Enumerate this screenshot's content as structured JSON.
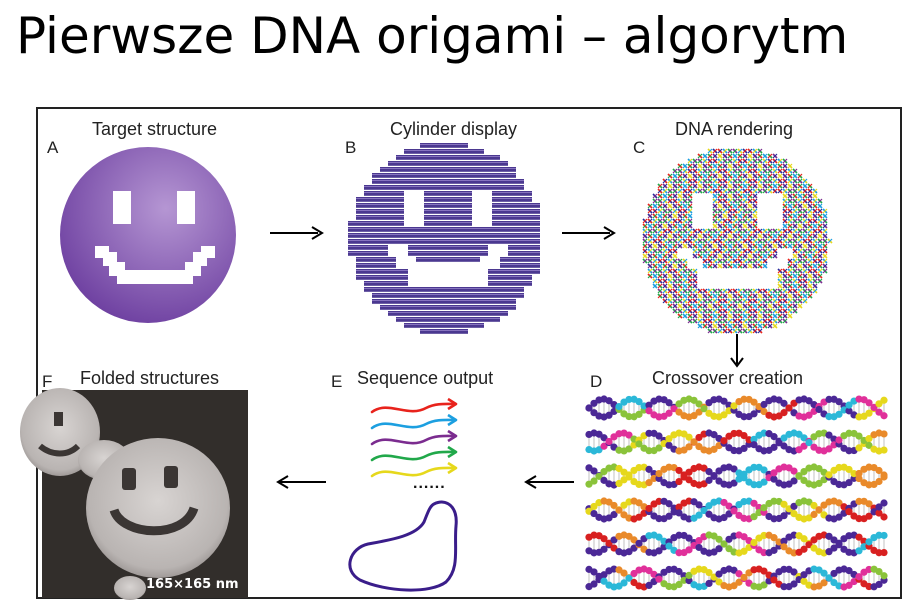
{
  "slide": {
    "title": "Pierwsze DNA origami – algorytm"
  },
  "panels": [
    {
      "letter": "A",
      "caption": "Target structure"
    },
    {
      "letter": "B",
      "caption": "Cylinder display"
    },
    {
      "letter": "C",
      "caption": "DNA rendering"
    },
    {
      "letter": "D",
      "caption": "Crossover creation"
    },
    {
      "letter": "E",
      "caption": "Sequence output"
    },
    {
      "letter": "F",
      "caption": "Folded structures"
    }
  ],
  "sequence_output": {
    "strand_colors": [
      "#e8231c",
      "#1c9fe0",
      "#7b2c8f",
      "#21a84a",
      "#e6d81c"
    ],
    "ellipsis": "......",
    "scaffold_color": "#3a1d8a"
  },
  "target_structure": {
    "face_color": "#8b62b4"
  },
  "cylinder_display": {
    "cylinder_color": "#4b3890"
  },
  "dna_rendering": {
    "base_colors": [
      "#e8231c",
      "#1c9fe0",
      "#21a84a",
      "#7b2c8f",
      "#e6d81c",
      "#2b2b9a"
    ]
  },
  "crossover_creation": {
    "helix_colors": [
      "#4b2896",
      "#2bb8d8",
      "#e0309a",
      "#8ac33a",
      "#e6d81c",
      "#e98a2a",
      "#d82020"
    ]
  },
  "folded_structures": {
    "scale_label": "165×165 nm"
  }
}
